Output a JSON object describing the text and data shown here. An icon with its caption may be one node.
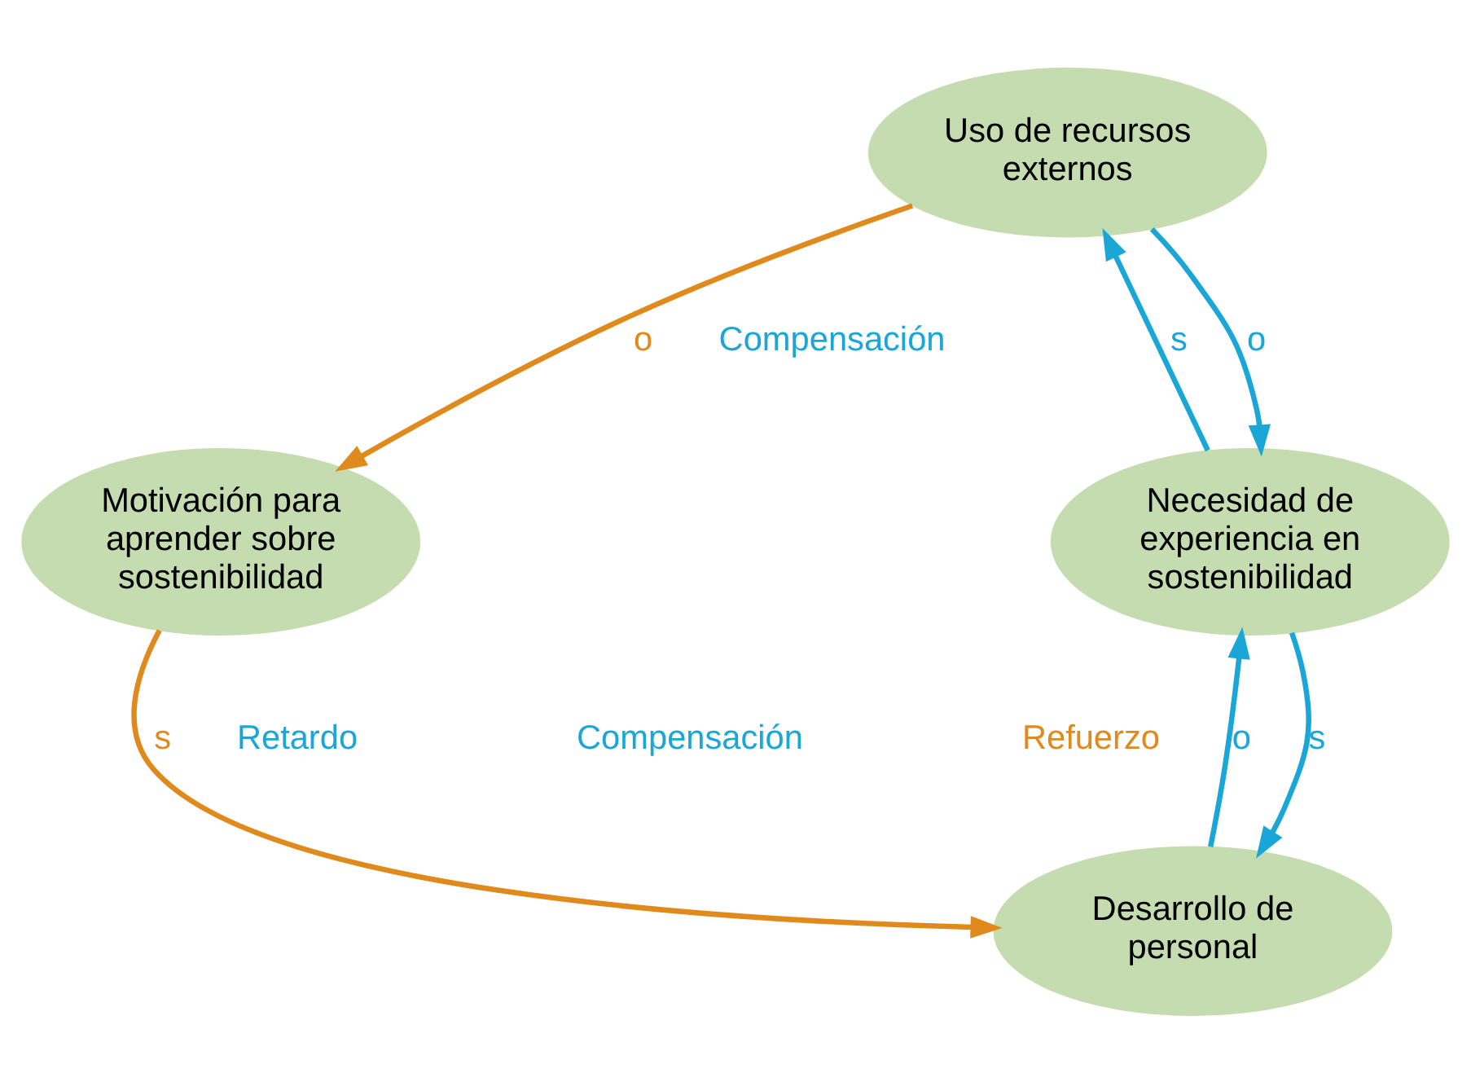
{
  "diagram": {
    "nodes": [
      {
        "text": [
          "Uso de recursos externos"
        ]
      },
      {
        "text": [
          "Necesidad de experiencia en sostenibilidad"
        ]
      },
      {
        "text": [
          "Desarrollo de personal"
        ]
      },
      {
        "text": [
          "Motivación para aprender sobre sostenibilidad"
        ]
      }
    ],
    "edges": [
      {
        "from": 1,
        "to": 0,
        "arrow": "to",
        "label": "s"
      },
      {
        "from": 0,
        "to": 1,
        "arrow": "to",
        "label": "o"
      },
      {
        "from": 2,
        "to": 1,
        "arrow": "to",
        "label": "o"
      },
      {
        "from": 1,
        "to": 2,
        "arrow": "to",
        "label": "s"
      },
      {
        "from": 0,
        "to": 3,
        "arrow": "to",
        "label": "o",
        "color": "#e08a1e"
      },
      {
        "from": 3,
        "to": 2,
        "arrow": "to",
        "label": "s",
        "color": "#e08a1e"
      }
    ],
    "labels": [
      "Compensación",
      "Retardo",
      "Compensación",
      "Refuerzo"
    ]
  }
}
